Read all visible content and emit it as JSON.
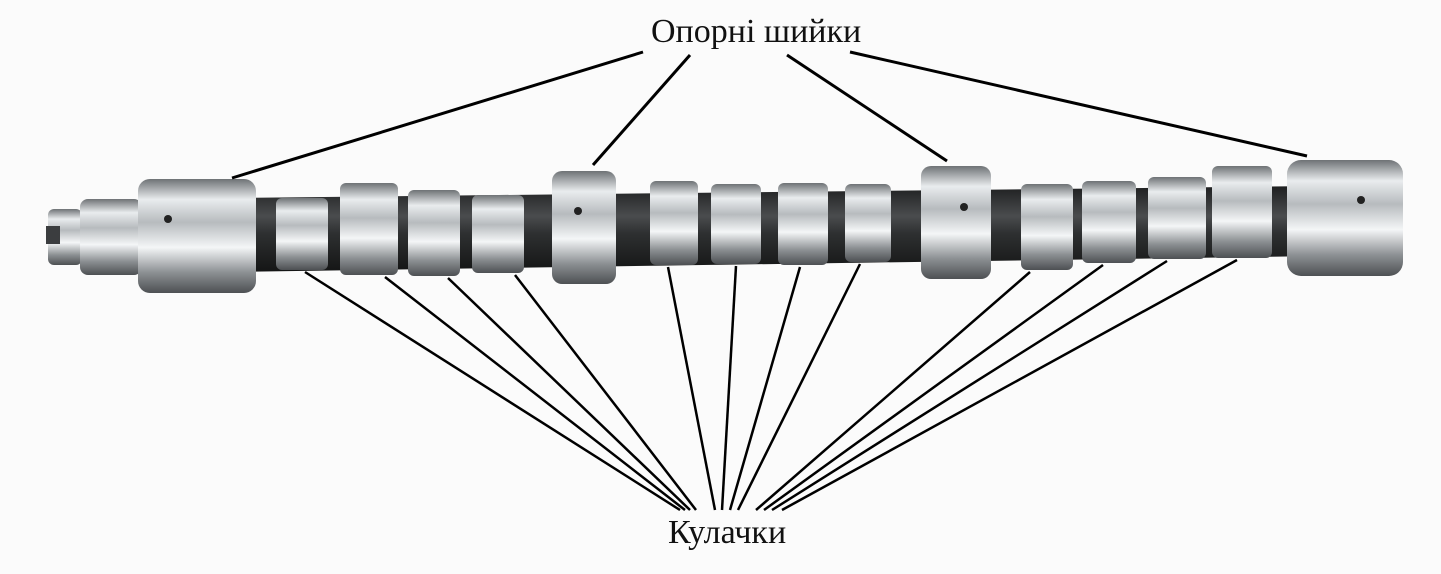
{
  "labels": {
    "journals": "Опорні шийки",
    "cams": "Кулачки"
  },
  "colors": {
    "background": "#fbfbfb",
    "leader_line": "#000000",
    "shaft_body": "#3a3a3a",
    "steel": "#b8bcbf"
  },
  "parts": {
    "journal_count": 4,
    "cam_count": 12
  }
}
